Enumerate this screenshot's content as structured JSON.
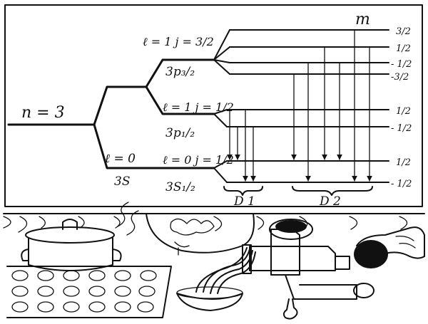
{
  "diagram": {
    "main_level": "n = 3",
    "states": {
      "p32": {
        "quantum": "ℓ = 1  j = 3/2",
        "term": "3p₃/₂"
      },
      "p12": {
        "quantum": "ℓ = 1  j = 1/2",
        "term": "3p₁/₂"
      },
      "s12": {
        "quantum": "ℓ = 0  j = 1/2",
        "term": "3S₁/₂"
      },
      "s_unsplit": {
        "quantum": "ℓ = 0",
        "term": "3S"
      }
    },
    "m_header": "m",
    "m_values": {
      "p32": [
        "3/2",
        "1/2",
        "- 1/2",
        "-3/2"
      ],
      "p12": [
        "1/2",
        "- 1/2"
      ],
      "s12": [
        "1/2",
        "- 1/2"
      ]
    },
    "line_groups": [
      "D 1",
      "D 2"
    ]
  }
}
